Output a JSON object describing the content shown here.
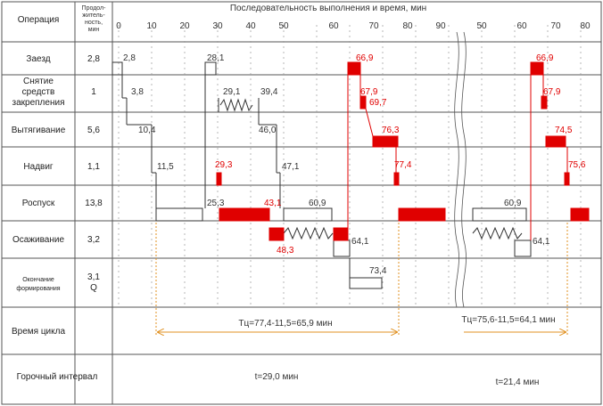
{
  "header": {
    "operation_col": "Операция",
    "duration_col": [
      "Продол-",
      "житель-",
      "ность,",
      "мин"
    ],
    "sequence_title": "Последовательность выполнения и время, мин"
  },
  "axis": {
    "left_ticks": [
      "0",
      "10",
      "20",
      "30",
      "40",
      "50",
      "60",
      "70",
      "80",
      "90"
    ],
    "right_ticks": [
      "50",
      "60",
      "70",
      "80"
    ]
  },
  "operations": [
    {
      "name": [
        "Заезд"
      ],
      "duration": [
        "2,8"
      ]
    },
    {
      "name": [
        "Снятие",
        "средств",
        "закрепления"
      ],
      "duration": [
        "1"
      ]
    },
    {
      "name": [
        "Вытягивание"
      ],
      "duration": [
        "5,6"
      ]
    },
    {
      "name": [
        "Надвиг"
      ],
      "duration": [
        "1,1"
      ]
    },
    {
      "name": [
        "Роспуск"
      ],
      "duration": [
        "13,8"
      ]
    },
    {
      "name": [
        "Осаживание"
      ],
      "duration": [
        "3,2"
      ]
    },
    {
      "name": [
        "Окончание",
        "формирования"
      ],
      "duration": [
        "3,1",
        "Q"
      ]
    }
  ],
  "labels_black": {
    "zaezd_1": "2,8",
    "zaezd_2": "28,1",
    "snyatie_1": "3,8",
    "snyatie_2": "29,1",
    "snyatie_3": "39,4",
    "vyt_1": "10,4",
    "vyt_2": "46,0",
    "nadvig_1": "11,5",
    "nadvig_2": "47,1",
    "rospusk_1": "25,3",
    "rospusk_2": "60,9",
    "rospusk_3": "60,9",
    "osazh_1": "64,1",
    "osazh_2": "64,1",
    "okonch_1": "73,4"
  },
  "labels_red": {
    "zaezd_1": "66,9",
    "zaezd_2": "66,9",
    "snyatie_1": "67,9",
    "snyatie_2": "69,7",
    "snyatie_3": "67,9",
    "vyt_1": "76,3",
    "vyt_2": "74,5",
    "nadvig_1": "29,3",
    "nadvig_2": "77,4",
    "nadvig_3": "75,6",
    "rospusk_1": "43,1",
    "osazh_1": "48,3"
  },
  "cycle": {
    "row_label": "Время цикла",
    "formula_1": "Тц=77,4-11,5=65,9 мин",
    "formula_2": "Тц=75,6-11,5=64,1 мин"
  },
  "interval": {
    "row_label": "Горочный интервал",
    "value_1": "t=29,0 мин",
    "value_2": "t=21,4 мин"
  },
  "colors": {
    "red": "#e00000",
    "orange": "#e09020",
    "grid": "#333333"
  }
}
